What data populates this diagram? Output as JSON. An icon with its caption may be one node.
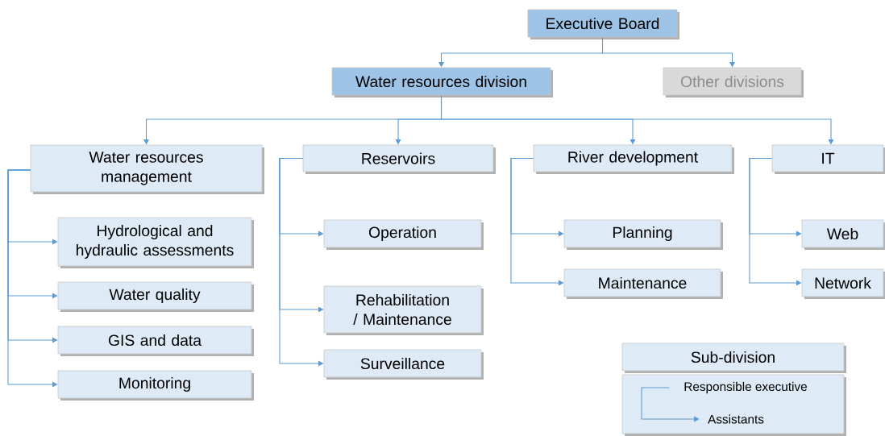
{
  "diagram": {
    "nodes": [
      {
        "text": [
          "Executive Board"
        ]
      },
      {
        "text": [
          "Water resources division"
        ]
      },
      {
        "text": [
          "Other divisions"
        ]
      },
      {
        "text": [
          "Water resources management"
        ]
      },
      {
        "text": [
          "Reservoirs"
        ]
      },
      {
        "text": [
          "River development"
        ]
      },
      {
        "text": [
          "IT"
        ]
      },
      {
        "text": [
          "Hydrological and hydraulic assessments"
        ]
      },
      {
        "text": [
          "Water quality"
        ]
      },
      {
        "text": [
          "GIS and data"
        ]
      },
      {
        "text": [
          "Monitoring"
        ]
      },
      {
        "text": [
          "Operation"
        ]
      },
      {
        "text": [
          "Rehabilitation / Maintenance"
        ]
      },
      {
        "text": [
          "Surveillance"
        ]
      },
      {
        "text": [
          "Planning"
        ]
      },
      {
        "text": [
          "Maintenance"
        ]
      },
      {
        "text": [
          "Web"
        ]
      },
      {
        "text": [
          "Network"
        ]
      },
      {
        "text": [
          "Sub-division"
        ]
      },
      {
        "text": [],
        "shape": "box"
      },
      {
        "text": [
          "Responsible executive"
        ],
        "in": 19
      },
      {
        "text": [
          "Assistants"
        ],
        "in": 19
      }
    ],
    "edges": [
      {
        "from": 0,
        "to": 1,
        "arrow": "to"
      },
      {
        "from": 0,
        "to": 2,
        "arrow": "to"
      },
      {
        "from": 1,
        "to": 3,
        "arrow": "to"
      },
      {
        "from": 1,
        "to": 4,
        "arrow": "to"
      },
      {
        "from": 1,
        "to": 5,
        "arrow": "to"
      },
      {
        "from": 1,
        "to": 6,
        "arrow": "to"
      },
      {
        "from": 3,
        "to": 7,
        "arrow": "to"
      },
      {
        "from": 3,
        "to": 8,
        "arrow": "to"
      },
      {
        "from": 3,
        "to": 9,
        "arrow": "to"
      },
      {
        "from": 3,
        "to": 10,
        "arrow": "to"
      },
      {
        "from": 4,
        "to": 11,
        "arrow": "to"
      },
      {
        "from": 4,
        "to": 12,
        "arrow": "to"
      },
      {
        "from": 4,
        "to": 13,
        "arrow": "to"
      },
      {
        "from": 5,
        "to": 14,
        "arrow": "to"
      },
      {
        "from": 5,
        "to": 15,
        "arrow": "to"
      },
      {
        "from": 6,
        "to": 16,
        "arrow": "to"
      },
      {
        "from": 6,
        "to": 17,
        "arrow": "to"
      },
      {
        "from": 20,
        "to": 21,
        "arrow": "to"
      }
    ]
  }
}
